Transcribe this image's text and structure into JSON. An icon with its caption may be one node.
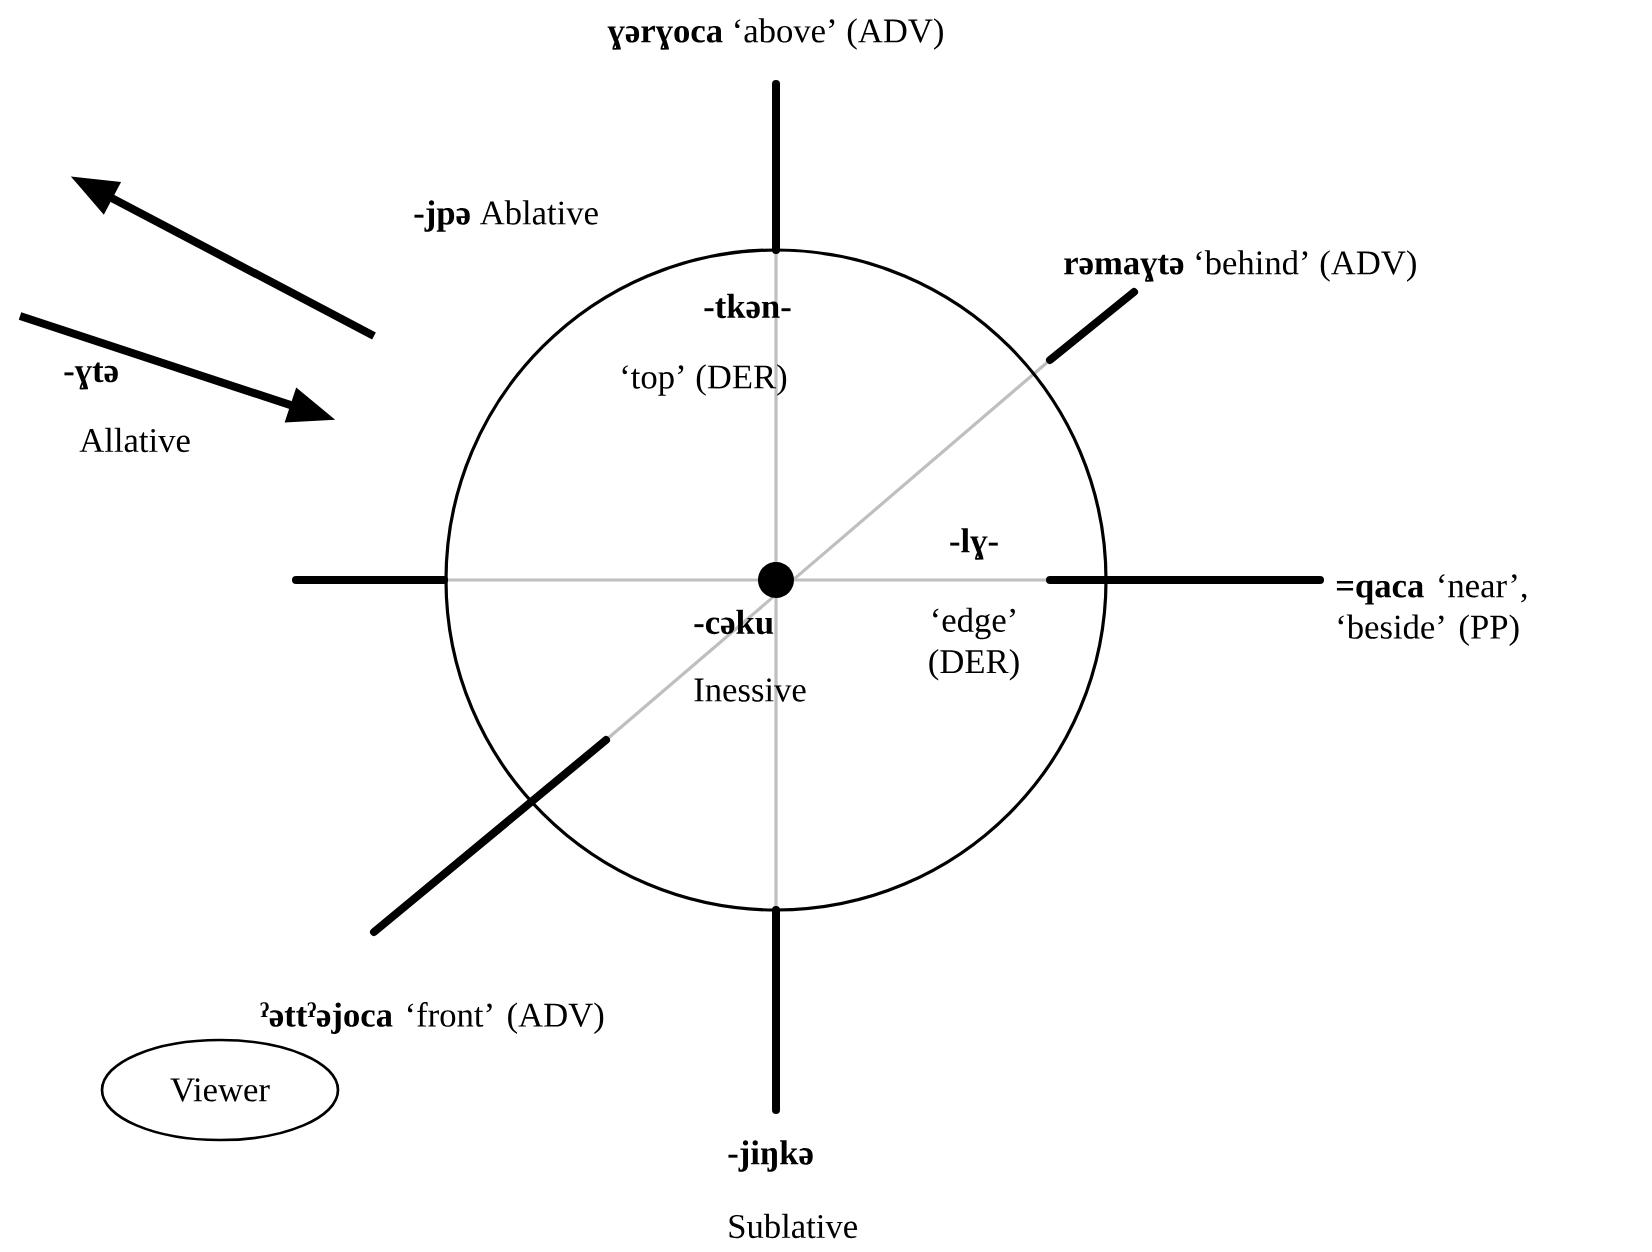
{
  "diagram": {
    "nodes": [
      {
        "text": [
          "-tkən-",
          "‘top’ (DER)",
          "-cəku",
          "Inessive",
          "-lɣ-",
          "‘edge’ (DER)"
        ]
      },
      {
        "text": [
          "Viewer"
        ]
      }
    ],
    "labels": [
      "**ɣərɣoca** ‘above’ (ADV)",
      "**-jpə** Ablative",
      "**rəmaɣtə** ‘behind’ (ADV)",
      "-ɣtə",
      "Allative",
      "**=qaca** ‘near’, ‘beside’ (PP)",
      "**ˀəttˀəjoca** ‘front’ (ADV)",
      "-jiŋkə",
      "Sublative"
    ]
  }
}
